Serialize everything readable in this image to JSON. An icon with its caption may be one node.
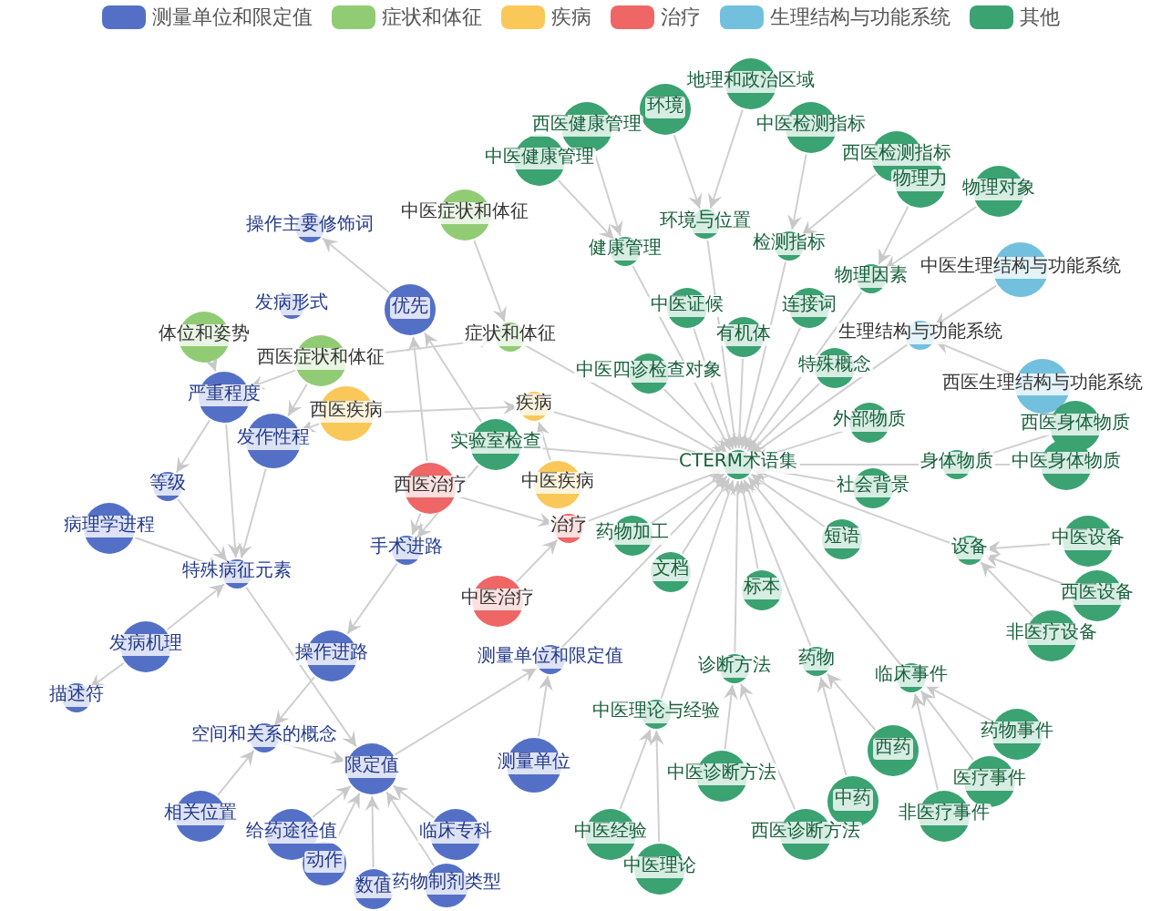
{
  "diagram": {
    "nodes": [
      {
        "text": [
          "操作主要修饰词"
        ]
      },
      {
        "text": [
          "中医症状和体征"
        ]
      },
      {
        "text": [
          "体位和姿势"
        ]
      },
      {
        "text": [
          "发病形式"
        ]
      },
      {
        "text": [
          "西医症状和体征"
        ]
      },
      {
        "text": [
          "优先"
        ]
      },
      {
        "text": [
          "症状和体征"
        ]
      },
      {
        "text": [
          "严重程度"
        ]
      },
      {
        "text": [
          "发作性程"
        ]
      },
      {
        "text": [
          "西医疾病"
        ]
      },
      {
        "text": [
          "疾病"
        ]
      },
      {
        "text": [
          "实验室检查"
        ]
      },
      {
        "text": [
          "西医治疗"
        ]
      },
      {
        "text": [
          "中医疾病"
        ]
      },
      {
        "text": [
          "等级"
        ]
      },
      {
        "text": [
          "治疗"
        ]
      },
      {
        "text": [
          "手术进路"
        ]
      },
      {
        "text": [
          "病理学进程"
        ]
      },
      {
        "text": [
          "特殊病征元素"
        ]
      },
      {
        "text": [
          "中医治疗"
        ]
      },
      {
        "text": [
          "发病机理"
        ]
      },
      {
        "text": [
          "操作进路"
        ]
      },
      {
        "text": [
          "测量单位和限定值"
        ]
      },
      {
        "text": [
          "描述符"
        ]
      },
      {
        "text": [
          "空间和关系的概念"
        ]
      },
      {
        "text": [
          "限定值"
        ]
      },
      {
        "text": [
          "测量单位"
        ]
      },
      {
        "text": [
          "相关位置"
        ]
      },
      {
        "text": [
          "给药途径值"
        ]
      },
      {
        "text": [
          "临床专科"
        ]
      },
      {
        "text": [
          "动作"
        ]
      },
      {
        "text": [
          "药物制剂类型"
        ]
      },
      {
        "text": [
          "数值"
        ]
      },
      {
        "text": [
          "地理和政治区域"
        ]
      },
      {
        "text": [
          "环境"
        ]
      },
      {
        "text": [
          "中医检测指标"
        ]
      },
      {
        "text": [
          "西医检测指标"
        ]
      },
      {
        "text": [
          "西医健康管理"
        ]
      },
      {
        "text": [
          "中医健康管理"
        ]
      },
      {
        "text": [
          "物理力"
        ]
      },
      {
        "text": [
          "物理对象"
        ]
      },
      {
        "text": [
          "环境与位置"
        ]
      },
      {
        "text": [
          "检测指标"
        ]
      },
      {
        "text": [
          "健康管理"
        ]
      },
      {
        "text": [
          "中医生理结构与功能系统"
        ]
      },
      {
        "text": [
          "物理因素"
        ]
      },
      {
        "text": [
          "西医生理结构与功能系统"
        ]
      },
      {
        "text": [
          "中医证候"
        ]
      },
      {
        "text": [
          "连接词"
        ]
      },
      {
        "text": [
          "生理结构与功能系统"
        ]
      },
      {
        "text": [
          "有机体"
        ]
      },
      {
        "text": [
          "特殊概念"
        ]
      },
      {
        "text": [
          "西医身体物质"
        ]
      },
      {
        "text": [
          "中医四诊检查对象"
        ]
      },
      {
        "text": [
          "外部物质"
        ]
      },
      {
        "text": [
          "身体物质"
        ]
      },
      {
        "text": [
          "中医身体物质"
        ]
      },
      {
        "text": [
          "CTERM术语集"
        ]
      },
      {
        "text": [
          "社会背景"
        ]
      },
      {
        "text": [
          "药物加工"
        ]
      },
      {
        "text": [
          "短语"
        ]
      },
      {
        "text": [
          "中医设备"
        ]
      },
      {
        "text": [
          "设备"
        ]
      },
      {
        "text": [
          "文档"
        ]
      },
      {
        "text": [
          "标本"
        ]
      },
      {
        "text": [
          "西医设备"
        ]
      },
      {
        "text": [
          "非医疗设备"
        ]
      },
      {
        "text": [
          "药物"
        ]
      },
      {
        "text": [
          "诊断方法"
        ]
      },
      {
        "text": [
          "临床事件"
        ]
      },
      {
        "text": [
          "中医理论与经验"
        ]
      },
      {
        "text": [
          "药物事件"
        ]
      },
      {
        "text": [
          "西药"
        ]
      },
      {
        "text": [
          "中医诊断方法"
        ]
      },
      {
        "text": [
          "医疗事件"
        ]
      },
      {
        "text": [
          "中药"
        ]
      },
      {
        "text": [
          "西医诊断方法"
        ]
      },
      {
        "text": [
          "非医疗事件"
        ]
      },
      {
        "text": [
          "中医经验"
        ]
      },
      {
        "text": [
          "中医理论"
        ]
      }
    ],
    "edges": [
      {
        "from": 5,
        "to": 0,
        "arrow": "to"
      },
      {
        "from": 12,
        "to": 5,
        "arrow": "to"
      },
      {
        "from": 11,
        "to": 5,
        "arrow": "to"
      },
      {
        "from": 1,
        "to": 6,
        "arrow": "to"
      },
      {
        "from": 4,
        "to": 6,
        "arrow": "to"
      },
      {
        "from": 6,
        "to": 57,
        "arrow": "to"
      },
      {
        "from": 2,
        "to": 7,
        "arrow": "to"
      },
      {
        "from": 4,
        "to": 7,
        "arrow": "to"
      },
      {
        "from": 4,
        "to": 8,
        "arrow": "to"
      },
      {
        "from": 9,
        "to": 8,
        "arrow": "to"
      },
      {
        "from": 7,
        "to": 14,
        "arrow": "to"
      },
      {
        "from": 7,
        "to": 18,
        "arrow": "to"
      },
      {
        "from": 8,
        "to": 18,
        "arrow": "to"
      },
      {
        "from": 14,
        "to": 18,
        "arrow": "to"
      },
      {
        "from": 17,
        "to": 18,
        "arrow": "to"
      },
      {
        "from": 20,
        "to": 18,
        "arrow": "to"
      },
      {
        "from": 20,
        "to": 23,
        "arrow": "to"
      },
      {
        "from": 18,
        "to": 25,
        "arrow": "to"
      },
      {
        "from": 12,
        "to": 16,
        "arrow": "to"
      },
      {
        "from": 11,
        "to": 16,
        "arrow": "to"
      },
      {
        "from": 16,
        "to": 21,
        "arrow": "to"
      },
      {
        "from": 21,
        "to": 24,
        "arrow": "to"
      },
      {
        "from": 27,
        "to": 24,
        "arrow": "to"
      },
      {
        "from": 24,
        "to": 25,
        "arrow": "to"
      },
      {
        "from": 28,
        "to": 25,
        "arrow": "to"
      },
      {
        "from": 30,
        "to": 25,
        "arrow": "to"
      },
      {
        "from": 32,
        "to": 25,
        "arrow": "to"
      },
      {
        "from": 31,
        "to": 25,
        "arrow": "to"
      },
      {
        "from": 29,
        "to": 25,
        "arrow": "to"
      },
      {
        "from": 25,
        "to": 22,
        "arrow": "to"
      },
      {
        "from": 26,
        "to": 22,
        "arrow": "to"
      },
      {
        "from": 22,
        "to": 57,
        "arrow": "to"
      },
      {
        "from": 9,
        "to": 10,
        "arrow": "to"
      },
      {
        "from": 13,
        "to": 10,
        "arrow": "to"
      },
      {
        "from": 10,
        "to": 57,
        "arrow": "to"
      },
      {
        "from": 12,
        "to": 15,
        "arrow": "to"
      },
      {
        "from": 19,
        "to": 15,
        "arrow": "to"
      },
      {
        "from": 15,
        "to": 57,
        "arrow": "to"
      },
      {
        "from": 11,
        "to": 57,
        "arrow": "to"
      },
      {
        "from": 53,
        "to": 57,
        "arrow": "to"
      },
      {
        "from": 38,
        "to": 43,
        "arrow": "to"
      },
      {
        "from": 37,
        "to": 43,
        "arrow": "to"
      },
      {
        "from": 43,
        "to": 57,
        "arrow": "to"
      },
      {
        "from": 34,
        "to": 41,
        "arrow": "to"
      },
      {
        "from": 33,
        "to": 41,
        "arrow": "to"
      },
      {
        "from": 41,
        "to": 57,
        "arrow": "to"
      },
      {
        "from": 35,
        "to": 42,
        "arrow": "to"
      },
      {
        "from": 36,
        "to": 42,
        "arrow": "to"
      },
      {
        "from": 42,
        "to": 57,
        "arrow": "to"
      },
      {
        "from": 39,
        "to": 45,
        "arrow": "to"
      },
      {
        "from": 40,
        "to": 45,
        "arrow": "to"
      },
      {
        "from": 45,
        "to": 57,
        "arrow": "to"
      },
      {
        "from": 44,
        "to": 49,
        "arrow": "to"
      },
      {
        "from": 46,
        "to": 49,
        "arrow": "to"
      },
      {
        "from": 49,
        "to": 57,
        "arrow": "to"
      },
      {
        "from": 52,
        "to": 55,
        "arrow": "to"
      },
      {
        "from": 56,
        "to": 55,
        "arrow": "to"
      },
      {
        "from": 55,
        "to": 57,
        "arrow": "to"
      },
      {
        "from": 61,
        "to": 62,
        "arrow": "to"
      },
      {
        "from": 65,
        "to": 62,
        "arrow": "to"
      },
      {
        "from": 66,
        "to": 62,
        "arrow": "to"
      },
      {
        "from": 62,
        "to": 57,
        "arrow": "to"
      },
      {
        "from": 71,
        "to": 69,
        "arrow": "to"
      },
      {
        "from": 74,
        "to": 69,
        "arrow": "to"
      },
      {
        "from": 77,
        "to": 69,
        "arrow": "to"
      },
      {
        "from": 69,
        "to": 57,
        "arrow": "to"
      },
      {
        "from": 75,
        "to": 67,
        "arrow": "to"
      },
      {
        "from": 72,
        "to": 67,
        "arrow": "to"
      },
      {
        "from": 67,
        "to": 57,
        "arrow": "to"
      },
      {
        "from": 73,
        "to": 68,
        "arrow": "to"
      },
      {
        "from": 76,
        "to": 68,
        "arrow": "to"
      },
      {
        "from": 68,
        "to": 57,
        "arrow": "to"
      },
      {
        "from": 78,
        "to": 70,
        "arrow": "to"
      },
      {
        "from": 79,
        "to": 70,
        "arrow": "to"
      },
      {
        "from": 70,
        "to": 57,
        "arrow": "to"
      },
      {
        "from": 47,
        "to": 57,
        "arrow": "to"
      },
      {
        "from": 50,
        "to": 57,
        "arrow": "to"
      },
      {
        "from": 48,
        "to": 57,
        "arrow": "to"
      },
      {
        "from": 51,
        "to": 57,
        "arrow": "to"
      },
      {
        "from": 54,
        "to": 57,
        "arrow": "to"
      },
      {
        "from": 58,
        "to": 57,
        "arrow": "to"
      },
      {
        "from": 60,
        "to": 57,
        "arrow": "to"
      },
      {
        "from": 64,
        "to": 57,
        "arrow": "to"
      },
      {
        "from": 63,
        "to": 57,
        "arrow": "to"
      },
      {
        "from": 59,
        "to": 57,
        "arrow": "to"
      }
    ],
    "legend": [
      {
        "text": "测量单位和限定值",
        "color": "#5470c6"
      },
      {
        "text": "症状和体征",
        "color": "#91cc75"
      },
      {
        "text": "疾病",
        "color": "#fac858"
      },
      {
        "text": "治疗",
        "color": "#ee6666"
      },
      {
        "text": "生理结构与功能系统",
        "color": "#73c0de"
      },
      {
        "text": "其他",
        "color": "#3ba272"
      }
    ]
  }
}
